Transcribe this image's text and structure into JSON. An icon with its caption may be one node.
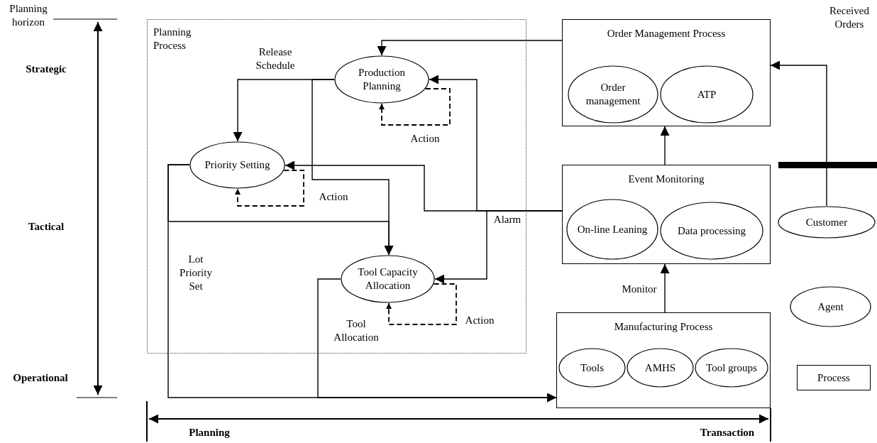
{
  "diagram": {
    "nodes": [
      {
        "text": [
          "Planning Process"
        ]
      },
      {
        "text": [
          "Production Planning"
        ],
        "in": 0
      },
      {
        "text": [
          "Priority Setting"
        ],
        "in": 0
      },
      {
        "text": [
          "Tool Capacity Allocation"
        ],
        "in": 0
      },
      {
        "text": [
          "Order Management Process"
        ]
      },
      {
        "text": [
          "Order management"
        ],
        "in": 4
      },
      {
        "text": [
          "ATP"
        ],
        "in": 4
      },
      {
        "text": [
          "Event Monitoring"
        ]
      },
      {
        "text": [
          "On-line Leaning"
        ],
        "in": 7
      },
      {
        "text": [
          "Data processing"
        ],
        "in": 7
      },
      {
        "text": [
          "Manufacturing Process"
        ]
      },
      {
        "text": [
          "Tools"
        ],
        "in": 10
      },
      {
        "text": [
          "AMHS"
        ],
        "in": 10
      },
      {
        "text": [
          "Tool groups"
        ],
        "in": 10
      },
      {
        "text": [
          "Customer"
        ]
      },
      {
        "text": [
          "Agent"
        ]
      },
      {
        "text": [
          "Process"
        ]
      }
    ],
    "edges": [
      {
        "from": 4,
        "to": 1,
        "arrow": "to"
      },
      {
        "from": 1,
        "to": 2,
        "arrow": "to",
        "label": "Release Schedule"
      },
      {
        "from": 1,
        "to": 3,
        "arrow": "to"
      },
      {
        "from": 2,
        "to": 3,
        "arrow": "to"
      },
      {
        "from": 2,
        "to": 10,
        "arrow": "to",
        "label": "Lot Priority Set"
      },
      {
        "from": 3,
        "to": 10,
        "arrow": "to",
        "label": "Tool Allocation"
      },
      {
        "from": 7,
        "to": 2,
        "arrow": "to",
        "label": "Alarm"
      },
      {
        "from": 7,
        "to": 1,
        "arrow": "to"
      },
      {
        "from": 7,
        "to": 3,
        "arrow": "to"
      },
      {
        "from": 1,
        "to": 1,
        "arrow": "to",
        "label": "Action",
        "style": "dashed"
      },
      {
        "from": 2,
        "to": 2,
        "arrow": "to",
        "label": "Action",
        "style": "dashed"
      },
      {
        "from": 3,
        "to": 3,
        "arrow": "to",
        "label": "Action",
        "style": "dashed"
      },
      {
        "from": 10,
        "to": 7,
        "arrow": "to",
        "label": "Monitor"
      },
      {
        "from": 7,
        "to": 4,
        "arrow": "to"
      },
      {
        "from": 14,
        "to": 4,
        "arrow": "to"
      }
    ],
    "labels": [
      "Planning horizon",
      "Strategic",
      "Tactical",
      "Operational",
      "Planning",
      "Transaction",
      "Received Orders"
    ]
  }
}
